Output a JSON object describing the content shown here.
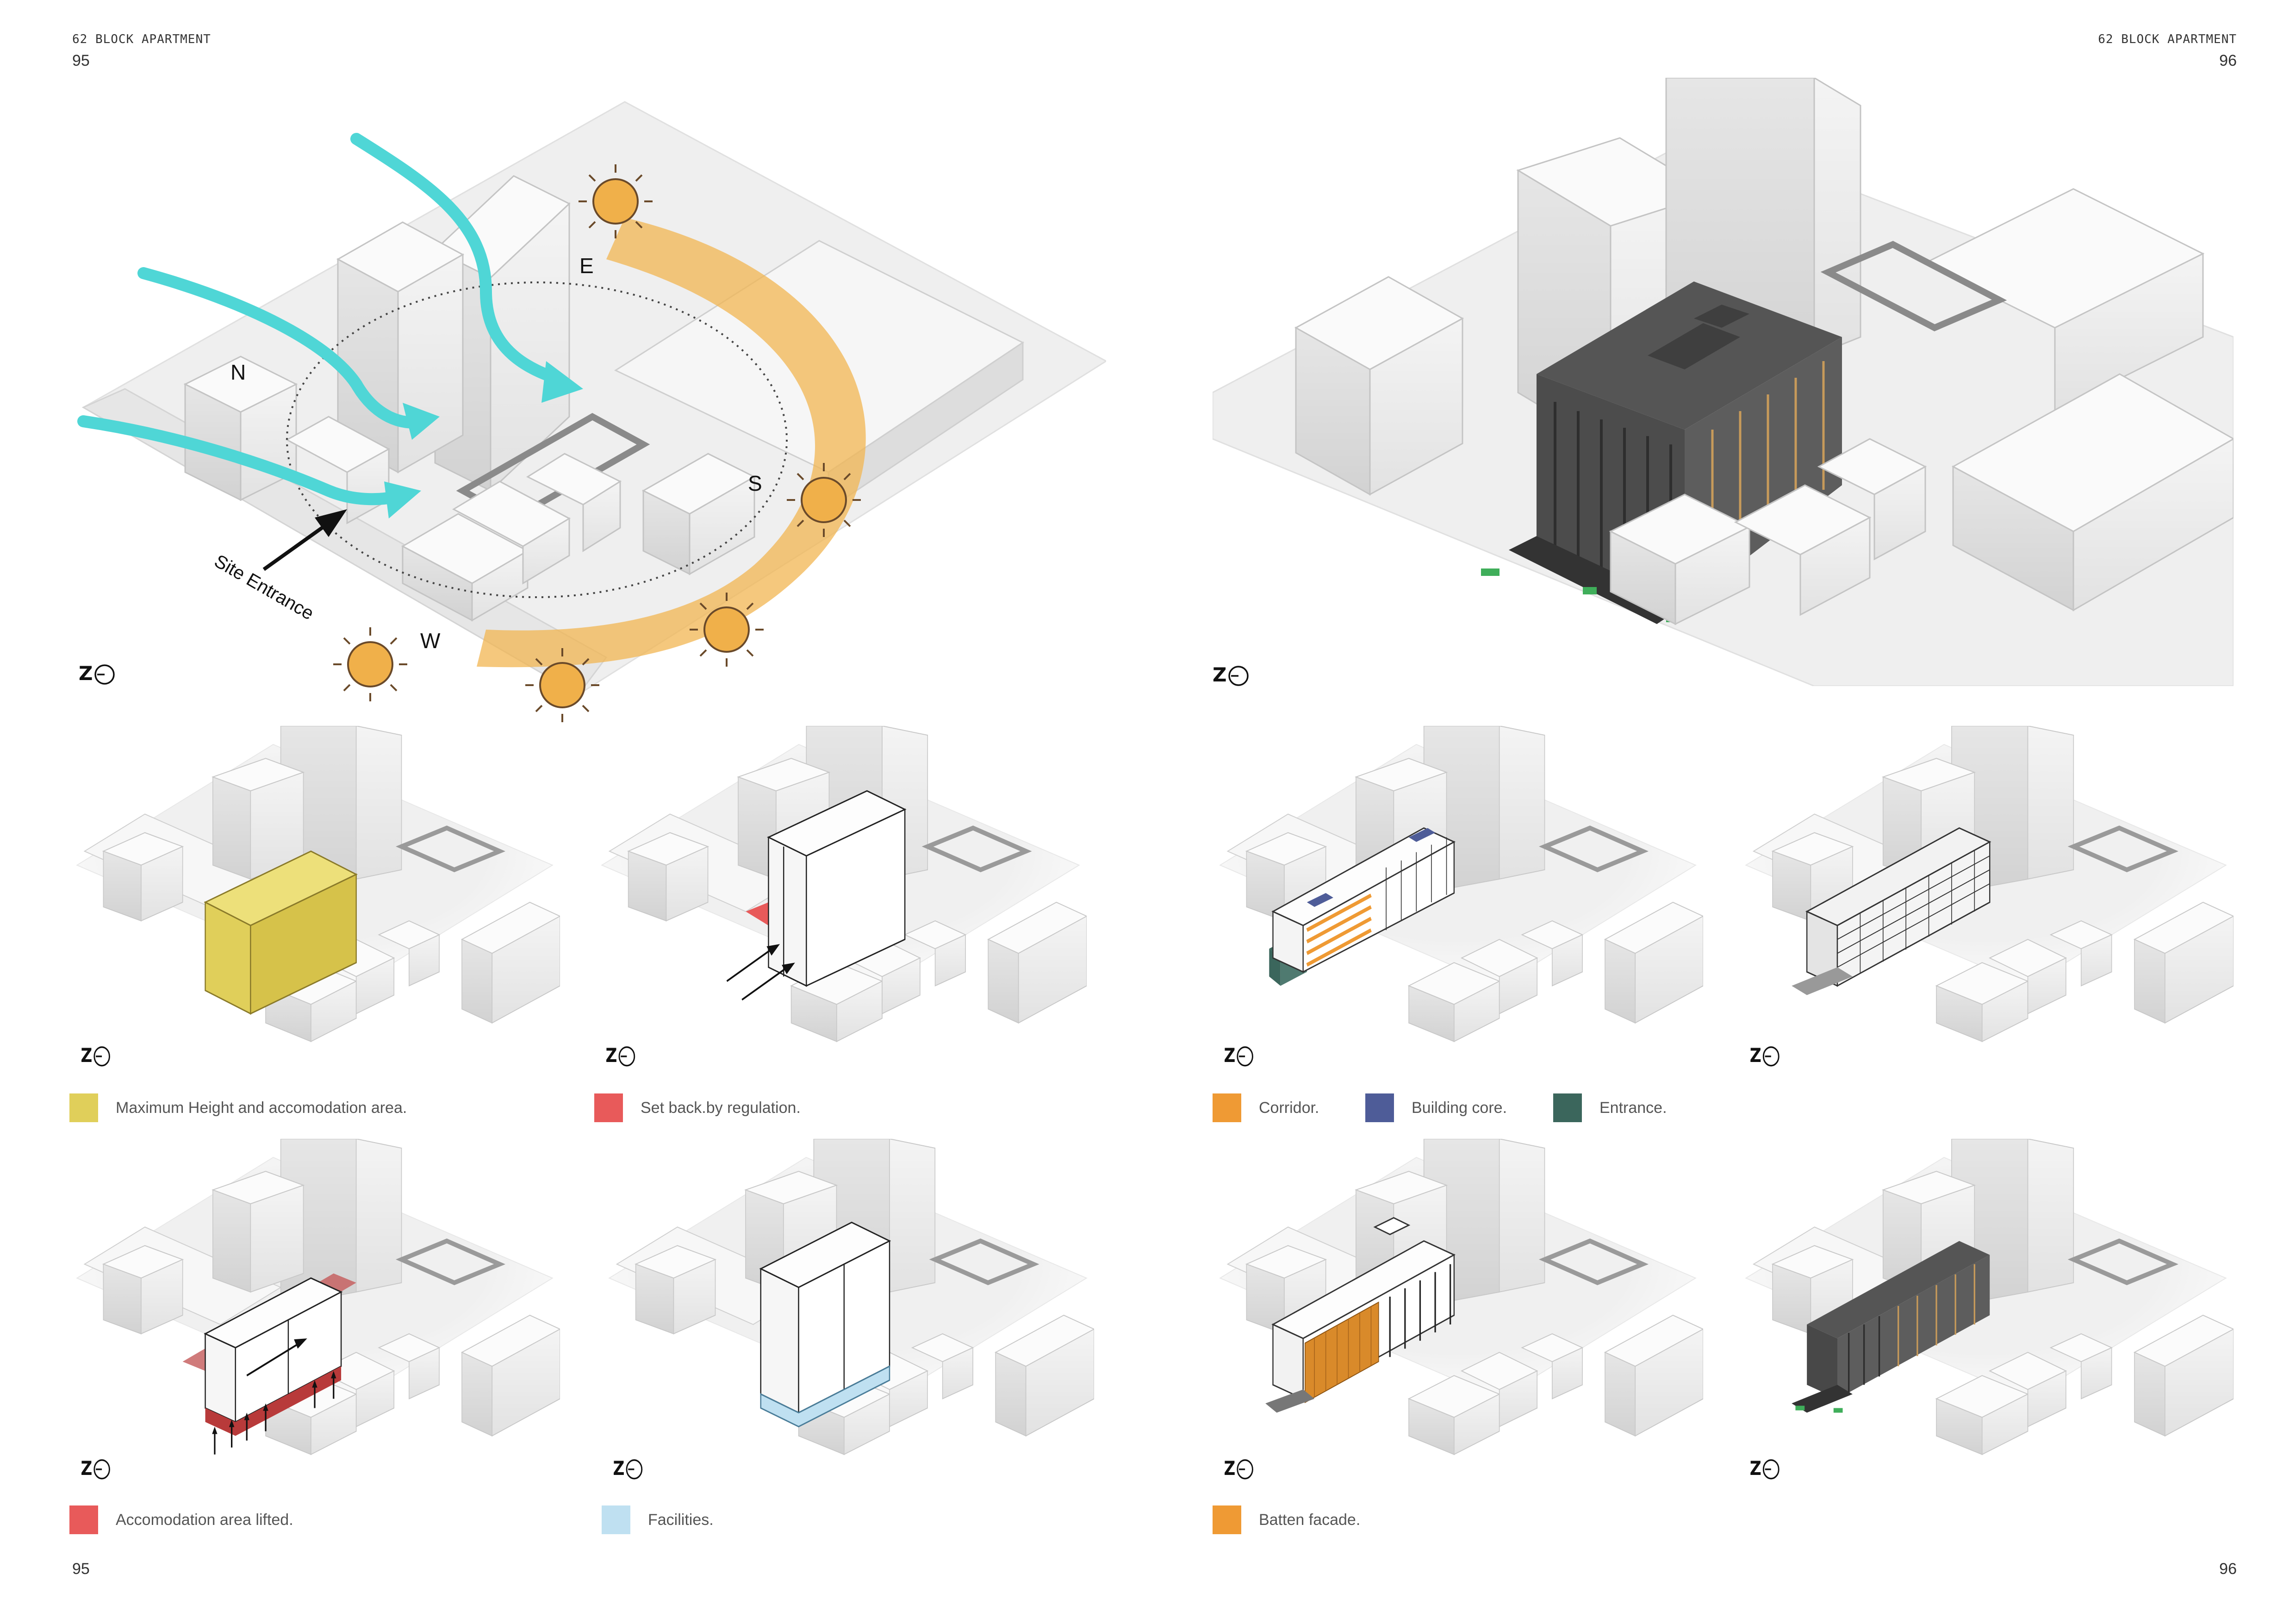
{
  "pages": {
    "left": {
      "running_title": "62 BLOCK APARTMENT",
      "number_top": "95",
      "number_bottom": "95"
    },
    "right": {
      "running_title": "62 BLOCK APARTMENT",
      "number_top": "96",
      "number_bottom": "96"
    }
  },
  "site_analysis": {
    "compass": {
      "N": "N",
      "E": "E",
      "S": "S",
      "W": "W"
    },
    "entrance_label": "Site Entrance",
    "colors": {
      "wind": "#4fd6d6",
      "sun_path": "#f2b552",
      "sun": "#f0b04a"
    }
  },
  "north_arrow_icon": "north-arrow-icon",
  "legends": {
    "max_height": {
      "label": "Maximum Height and accomodation area.",
      "color": "#e0cf5a"
    },
    "setback": {
      "label": "Set back.by regulation.",
      "color": "#e85a5a"
    },
    "lifted": {
      "label": "Accomodation area lifted.",
      "color": "#e85a5a"
    },
    "facilities": {
      "label": "Facilities.",
      "color": "#bfe0f1"
    },
    "corridor": {
      "label": "Corridor.",
      "color": "#ef9a34"
    },
    "core": {
      "label": "Building core.",
      "color": "#4e5c98"
    },
    "entrance": {
      "label": "Entrance.",
      "color": "#3b665c"
    },
    "batten": {
      "label": "Batten facade.",
      "color": "#ef9a34"
    }
  }
}
